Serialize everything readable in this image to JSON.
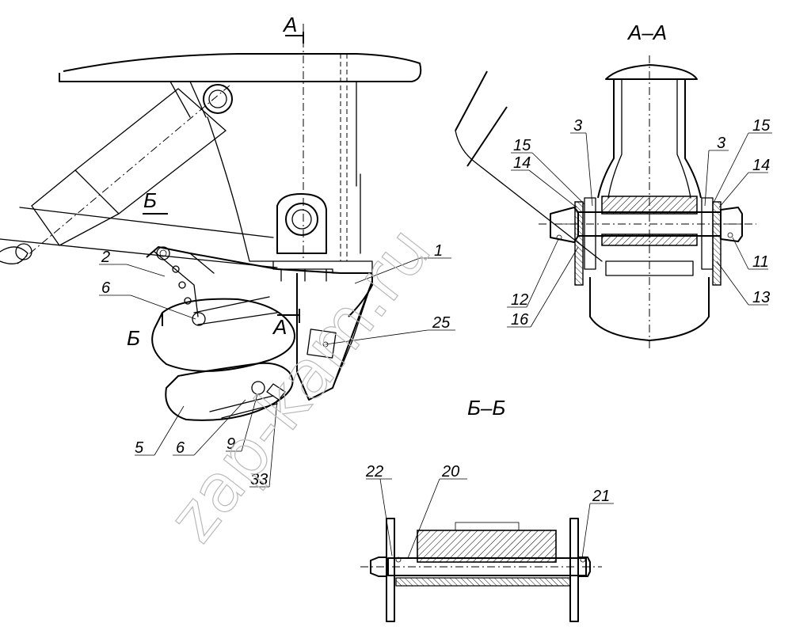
{
  "drawing": {
    "section_aa_title": "А–А",
    "section_bb_title": "Б–Б",
    "cut_marks": {
      "a_top": "А",
      "a_mid": "А",
      "b_left_top": "Б",
      "b_left_bottom": "Б"
    },
    "main_view_callouts": {
      "c2": "2",
      "c6a": "6",
      "c1": "1",
      "c25": "25",
      "c5": "5",
      "c6b": "6",
      "c9": "9",
      "c33": "33"
    },
    "aa_callouts": {
      "c3l": "3",
      "c15l": "15",
      "c14l": "14",
      "c3r": "3",
      "c15r": "15",
      "c14r": "14",
      "c11": "11",
      "c12": "12",
      "c13": "13",
      "c16": "16"
    },
    "bb_callouts": {
      "c22": "22",
      "c20": "20",
      "c21": "21"
    }
  },
  "watermark": {
    "text": "zap-kam.ru"
  }
}
